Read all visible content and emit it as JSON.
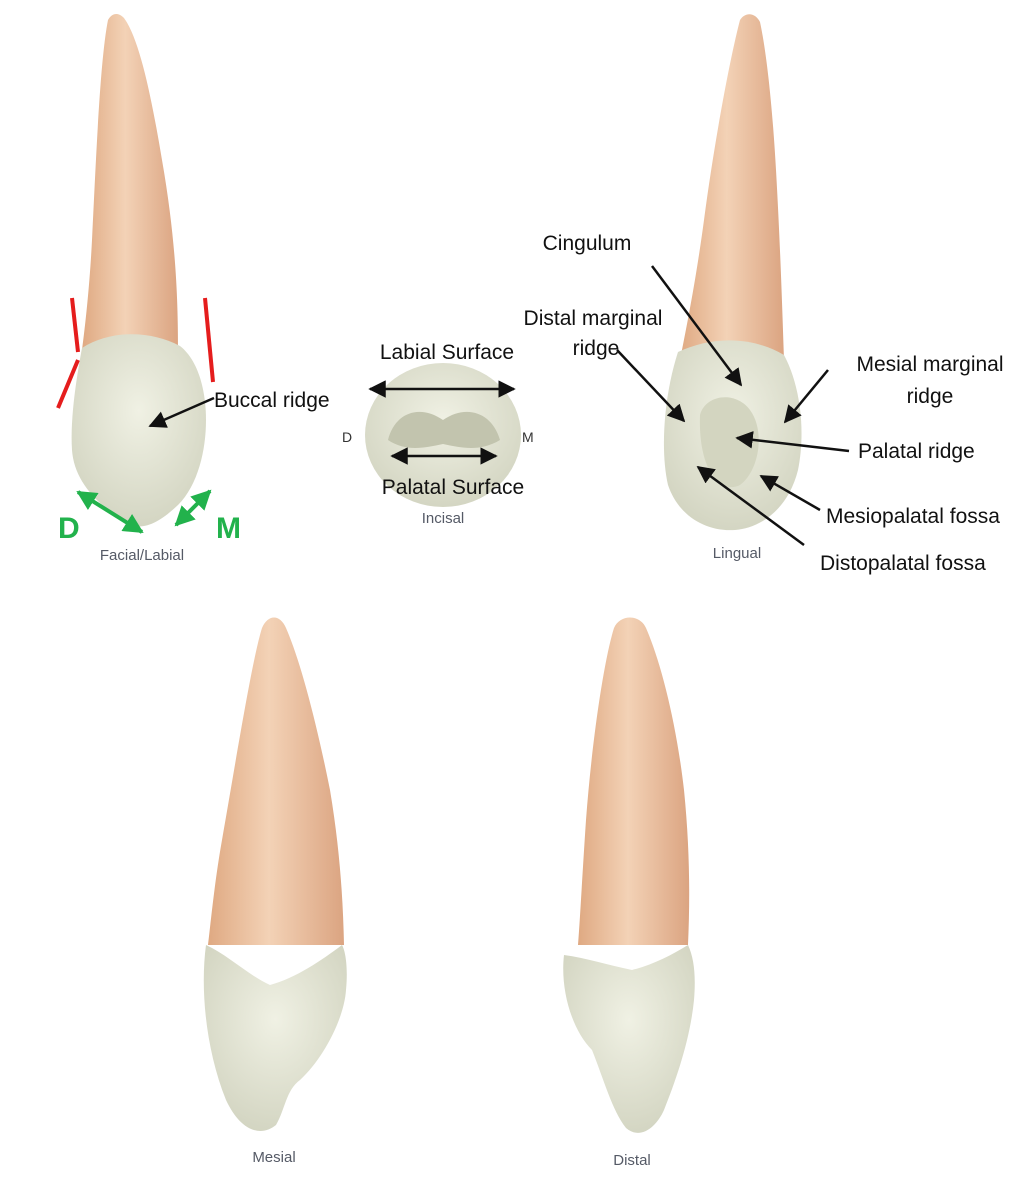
{
  "colors": {
    "root": "#efc7a6",
    "root_shade": "#dfa982",
    "crown": "#e7e8d8",
    "crown_shade": "#cfd1bd",
    "arrow": "#111111",
    "cervical_line": "#e51d1d",
    "angle_arrow": "#22b24c"
  },
  "views": {
    "facial": {
      "caption": "Facial/Labial",
      "left_mark": "D",
      "right_mark": "M",
      "buccal_ridge": "Buccal ridge"
    },
    "incisal": {
      "caption": "Incisal",
      "labial_surface": "Labial Surface",
      "palatal_surface": "Palatal Surface",
      "left_mark": "D",
      "right_mark": "M"
    },
    "lingual": {
      "caption": "Lingual",
      "cingulum": "Cingulum",
      "distal_marginal_ridge": [
        "Distal marginal",
        "ridge"
      ],
      "mesial_marginal_ridge": [
        "Mesial marginal",
        "ridge"
      ],
      "palatal_ridge": "Palatal ridge",
      "mesiopalatal_fossa": "Mesiopalatal fossa",
      "distopalatal_fossa": "Distopalatal fossa"
    },
    "mesial": {
      "caption": "Mesial"
    },
    "distal": {
      "caption": "Distal"
    }
  }
}
